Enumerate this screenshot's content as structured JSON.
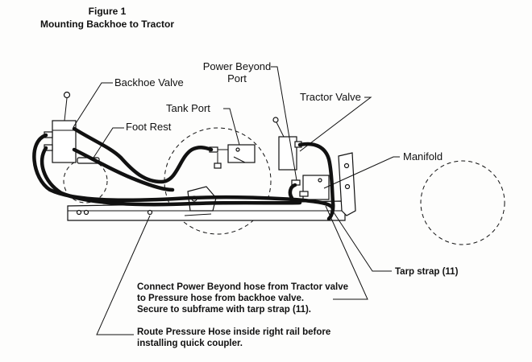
{
  "figure": {
    "title": "Figure 1",
    "subtitle": "Mounting Backhoe to Tractor"
  },
  "labels": {
    "backhoe_valve": "Backhoe Valve",
    "foot_rest": "Foot Rest",
    "tank_port": "Tank Port",
    "power_beyond_line1": "Power Beyond",
    "power_beyond_line2": "Port",
    "tractor_valve": "Tractor Valve",
    "manifold": "Manifold",
    "tarp_strap": "Tarp strap (11)"
  },
  "notes": {
    "connect_line1": "Connect Power Beyond hose from Tractor valve",
    "connect_line2": "to Pressure hose from backhoe valve.",
    "connect_line3": "Secure to subframe with tarp strap (11).",
    "route_line1": "Route Pressure Hose inside right rail before",
    "route_line2": "installing quick coupler."
  }
}
